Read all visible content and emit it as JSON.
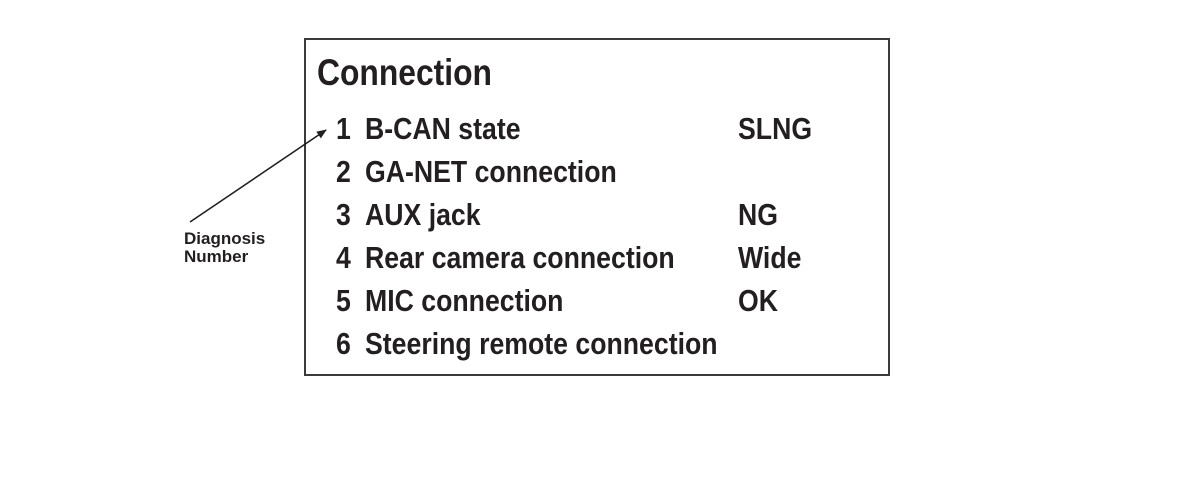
{
  "panel": {
    "title": "Connection",
    "rows": [
      {
        "num": "1",
        "label": "B-CAN state",
        "value": "SLNG"
      },
      {
        "num": "2",
        "label": "GA-NET connection",
        "value": ""
      },
      {
        "num": "3",
        "label": "AUX jack",
        "value": "NG"
      },
      {
        "num": "4",
        "label": "Rear camera connection",
        "value": "Wide"
      },
      {
        "num": "5",
        "label": "MIC connection",
        "value": "OK"
      },
      {
        "num": "6",
        "label": "Steering remote connection",
        "value": ""
      }
    ]
  },
  "callout": {
    "line1": "Diagnosis",
    "line2": "Number"
  }
}
